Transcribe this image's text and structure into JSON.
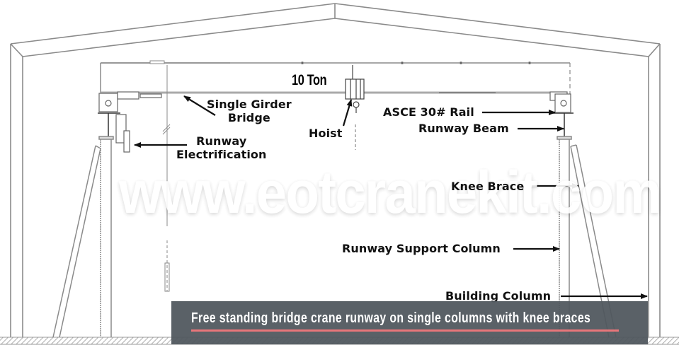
{
  "diagram": {
    "title": "Free standing bridge crane runway on single columns with knee braces",
    "type": "engineering elevation drawing",
    "watermark": "www.eotcranekit.com",
    "capacity_label": "10 Ton",
    "labels": {
      "single_girder_bridge_line1": "Single Girder",
      "single_girder_bridge_line2": "Bridge",
      "runway_electrification_line1": "Runway",
      "runway_electrification_line2": "Electrification",
      "hoist": "Hoist",
      "asce_rail": "ASCE 30# Rail",
      "runway_beam": "Runway Beam",
      "knee_brace": "Knee Brace",
      "runway_support_column": "Runway Support Column",
      "building_column": "Building Column"
    },
    "components": [
      "Building frame (roof and columns)",
      "Single girder bridge",
      "Hoist",
      "End trucks",
      "ASCE 30# Rail",
      "Runway Beam",
      "Runway Electrification",
      "Runway Support Column",
      "Knee Brace",
      "Building Column",
      "Floor"
    ],
    "colors": {
      "line": "#888888",
      "label_text": "#111111",
      "caption_bg": "#50575d",
      "caption_text": "#ffffff",
      "caption_rule": "#e8767a"
    }
  },
  "caption": {
    "text": "Free standing bridge crane runway on single columns with knee braces"
  }
}
